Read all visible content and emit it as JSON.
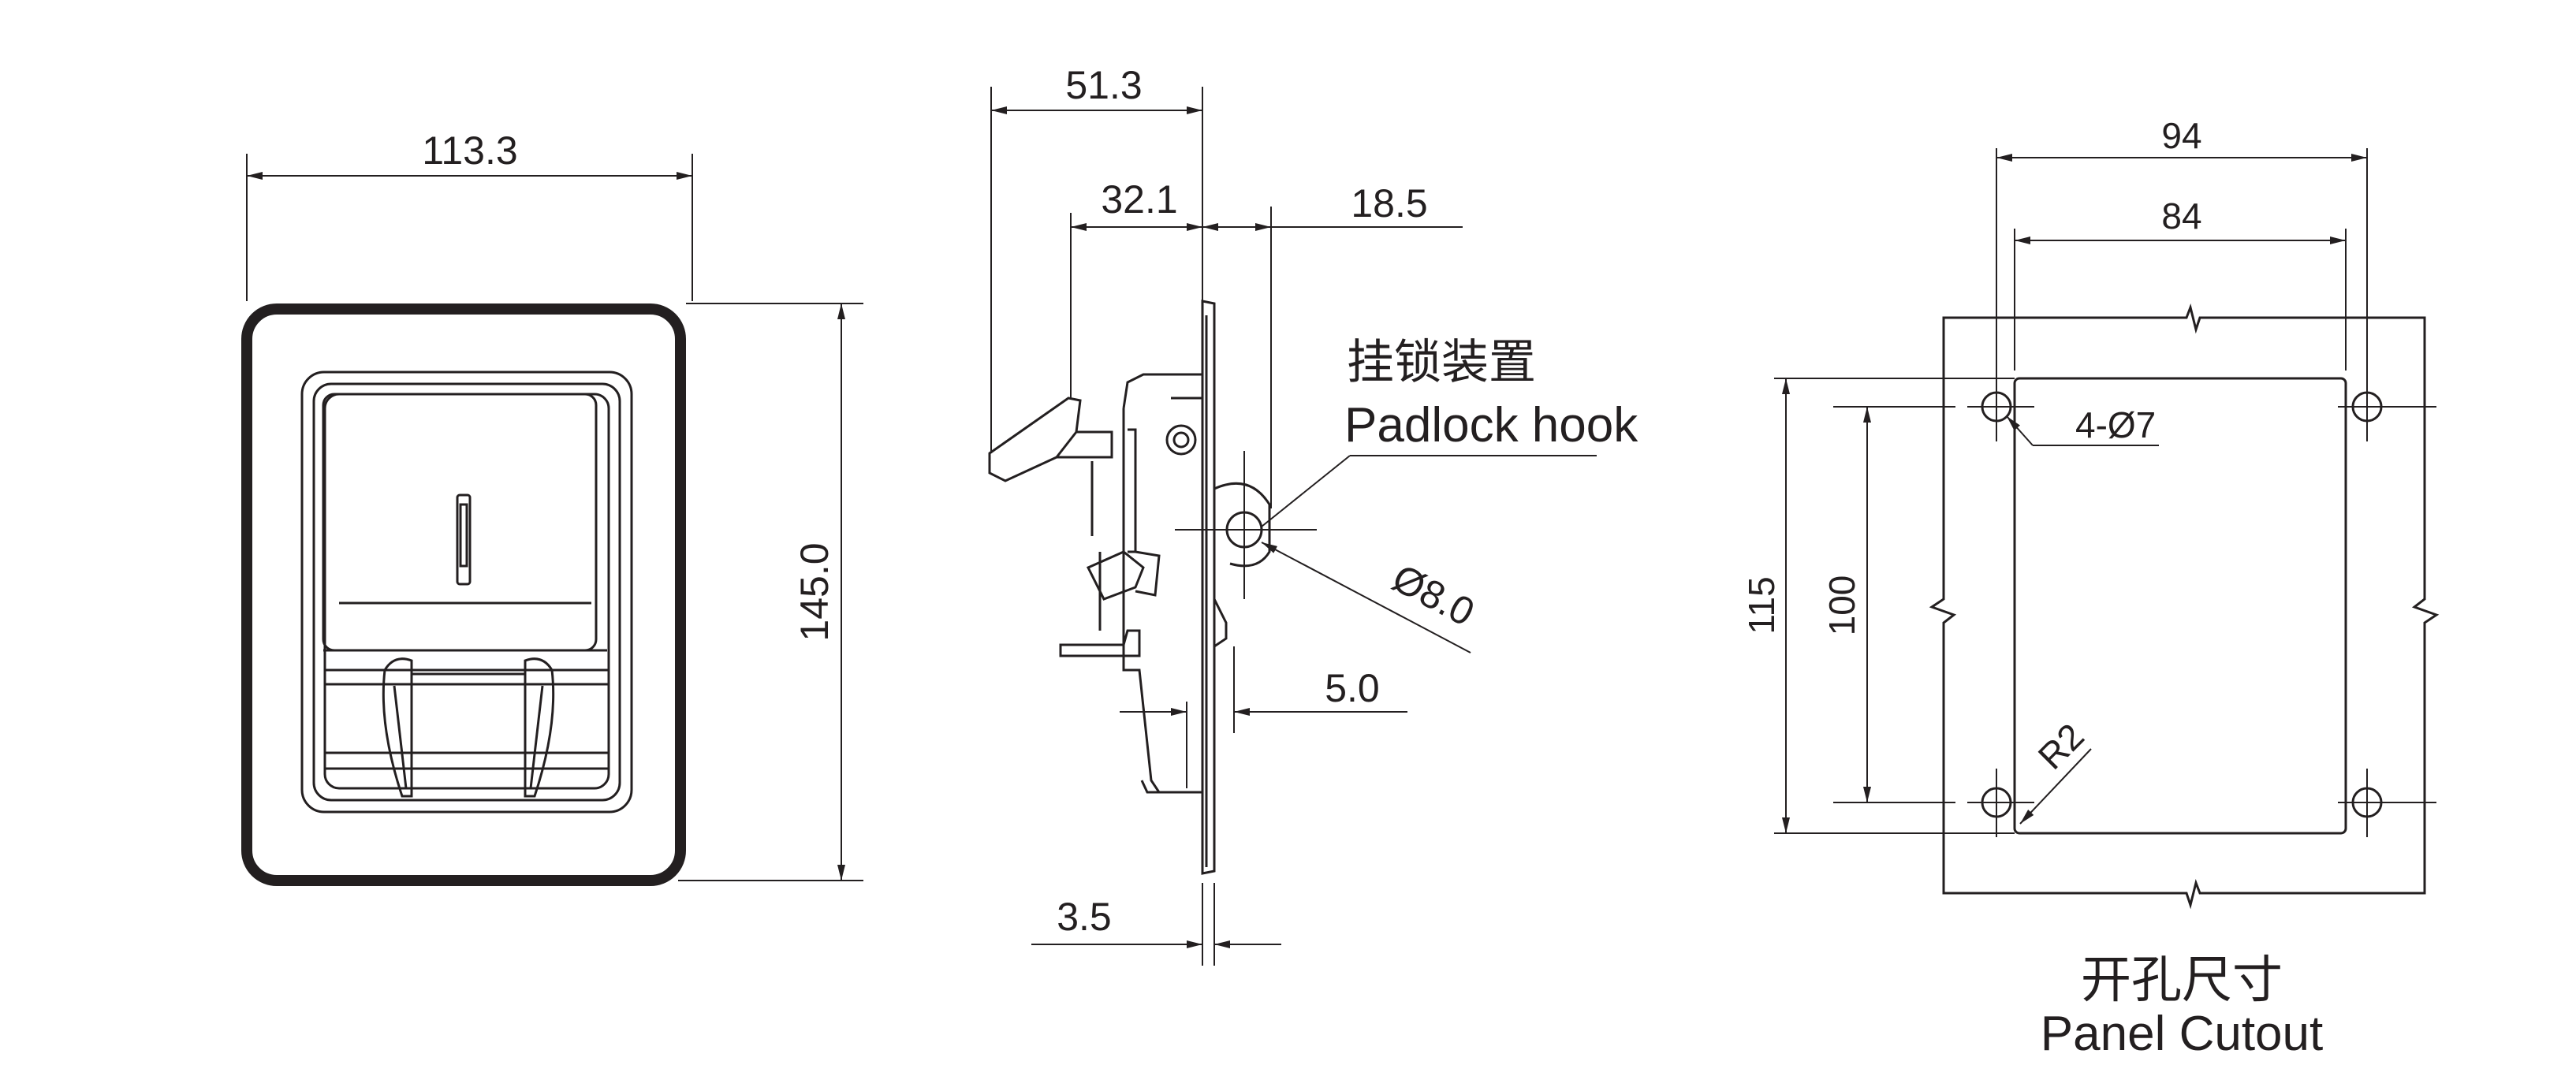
{
  "front_view": {
    "width_dim": "113.3",
    "height_dim": "145.0"
  },
  "side_view": {
    "dim_total_depth": "51.3",
    "dim_handle_depth": "32.1",
    "dim_padlock_offset": "18.5",
    "dim_padlock_hole": "Ø8.0",
    "dim_panel_thickness": "5.0",
    "dim_flange": "3.5",
    "padlock_label_cn": "挂锁装置",
    "padlock_label_en": "Padlock hook"
  },
  "cutout_view": {
    "dim_outer_width": "94",
    "dim_inner_width": "84",
    "dim_outer_height": "115",
    "dim_inner_height": "100",
    "dim_holes": "4-Ø7",
    "dim_radius": "R2",
    "title_cn": "开孔尺寸",
    "title_en": "Panel Cutout"
  },
  "colors": {
    "line": "#231f20",
    "background": "#ffffff"
  }
}
